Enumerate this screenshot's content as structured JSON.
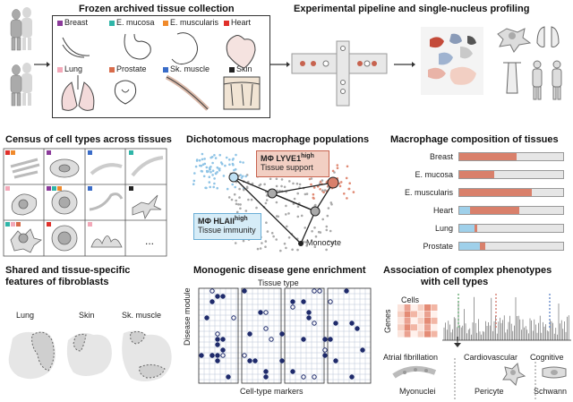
{
  "panels": {
    "tissue_collection": {
      "title": "Frozen archived tissue collection",
      "tissues": [
        {
          "label": "Breast",
          "color": "#8b3a9a"
        },
        {
          "label": "E. mucosa",
          "color": "#2fb5a8"
        },
        {
          "label": "E. muscularis",
          "color": "#f08a2c"
        },
        {
          "label": "Heart",
          "color": "#e0302a"
        },
        {
          "label": "Lung",
          "color": "#f3a8b8"
        },
        {
          "label": "Prostate",
          "color": "#d86b4a"
        },
        {
          "label": "Sk. muscle",
          "color": "#3a6cc8"
        },
        {
          "label": "Skin",
          "color": "#222222"
        }
      ]
    },
    "pipeline": {
      "title": "Experimental  pipeline and single-nucleus profiling"
    },
    "census": {
      "title": "Census of cell types across tissues",
      "ellipsis": "..."
    },
    "macrophage": {
      "title": "Dichotomous macrophage populations",
      "lyve1_label": "MΦ LYVE1",
      "lyve1_sup": "high",
      "lyve1_desc": "Tissue support",
      "hla_label": "MΦ HLAII",
      "hla_sup": "high",
      "hla_desc": "Tissue immunity",
      "monocyte": "Monocyte"
    },
    "composition": {
      "title": "Macrophage composition of tissues",
      "rows": [
        {
          "tissue": "Breast",
          "blue": 0.0,
          "salmon": 0.55
        },
        {
          "tissue": "E. mucosa",
          "blue": 0.0,
          "salmon": 0.34
        },
        {
          "tissue": "E. muscularis",
          "blue": 0.0,
          "salmon": 0.7
        },
        {
          "tissue": "Heart",
          "blue": 0.1,
          "salmon": 0.48
        },
        {
          "tissue": "Lung",
          "blue": 0.15,
          "salmon": 0.02
        },
        {
          "tissue": "Prostate",
          "blue": 0.2,
          "salmon": 0.05
        }
      ],
      "colors": {
        "blue": "#9fd0ea",
        "salmon": "#d9806b",
        "empty": "#e6e6e6"
      }
    },
    "fibroblasts": {
      "title_line1": "Shared and tissue-specific",
      "title_line2": "features of fibroblasts",
      "tissues": [
        "Lung",
        "Skin",
        "Sk. muscle"
      ]
    },
    "monogenic": {
      "title": "Monogenic disease gene enrichment",
      "top_label": "Tissue type",
      "left_label": "Disease module",
      "bottom_label": "Cell-type markers"
    },
    "complex": {
      "title_line1": "Association of complex phenotypes",
      "title_line2": "with cell types",
      "cells_label": "Cells",
      "genes_label": "Genes",
      "phenotypes": [
        "Atrial fibrillation",
        "Cardiovascular",
        "Cognitive"
      ],
      "cell_types": [
        "Myonuclei",
        "Pericyte",
        "Schwann"
      ]
    }
  }
}
